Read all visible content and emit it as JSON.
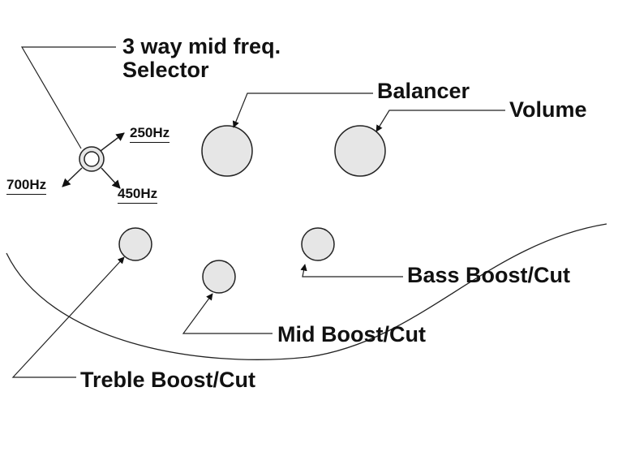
{
  "selector": {
    "title_line1": "3 way mid freq.",
    "title_line2": "Selector",
    "freq_high": "250Hz",
    "freq_mid": "450Hz",
    "freq_low": "700Hz"
  },
  "controls": {
    "balancer": "Balancer",
    "volume": "Volume",
    "bass": "Bass Boost/Cut",
    "mid": "Mid Boost/Cut",
    "treble": "Treble Boost/Cut"
  },
  "colors": {
    "knob_fill": "#e6e6e6",
    "stroke": "#222222",
    "text": "#111111"
  }
}
